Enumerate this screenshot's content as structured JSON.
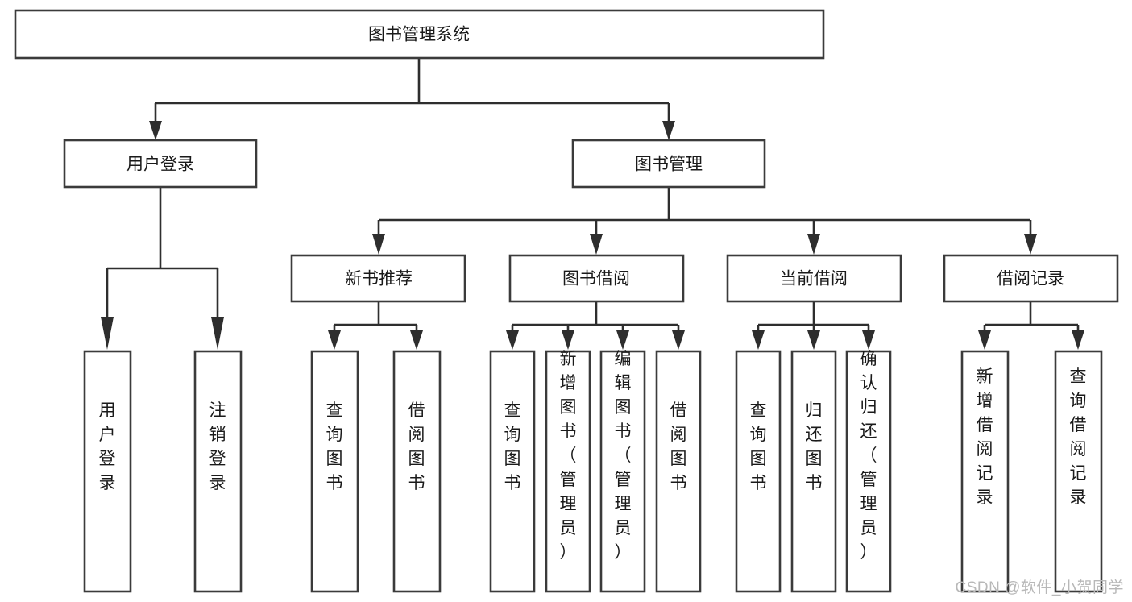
{
  "diagram": {
    "type": "tree",
    "title": "图书管理系统",
    "watermark": "CSDN @软件_小贺同学",
    "orientation": "top-down",
    "colors": {
      "box_stroke": "#3b3b3b",
      "box_fill": "#ffffff",
      "connector": "#2e2e2e",
      "text": "#1a1a1a",
      "watermark": "#b8b8b8",
      "background": "#ffffff"
    },
    "nodes": {
      "root": {
        "label": "图书管理系统"
      },
      "level2": [
        {
          "label": "用户登录"
        },
        {
          "label": "图书管理"
        }
      ],
      "level3": [
        {
          "label": "新书推荐"
        },
        {
          "label": "图书借阅"
        },
        {
          "label": "当前借阅"
        },
        {
          "label": "借阅记录"
        }
      ],
      "leaves": {
        "user_login": [
          {
            "label": "用户登录"
          },
          {
            "label": "注销登录"
          }
        ],
        "new_book_recommend": [
          {
            "label": "查询图书"
          },
          {
            "label": "借阅图书"
          }
        ],
        "book_borrow": [
          {
            "label": "查询图书"
          },
          {
            "label": "新增图书（管理员）"
          },
          {
            "label": "编辑图书（管理员）"
          },
          {
            "label": "借阅图书"
          }
        ],
        "current_borrow": [
          {
            "label": "查询图书"
          },
          {
            "label": "归还图书"
          },
          {
            "label": "确认归还（管理员）"
          }
        ],
        "borrow_record": [
          {
            "label": "新增借阅记录"
          },
          {
            "label": "查询借阅记录"
          }
        ]
      }
    }
  }
}
